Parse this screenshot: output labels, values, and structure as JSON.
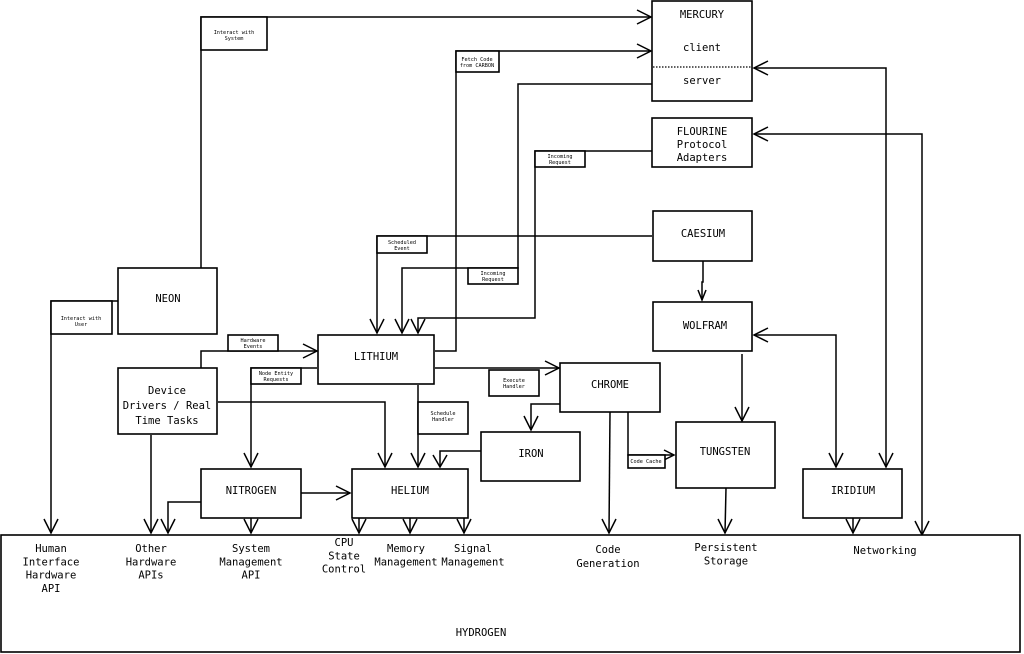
{
  "nodes": {
    "mercury_title": "MERCURY",
    "mercury_client": "client",
    "mercury_server": "server",
    "flourine": [
      "FLOURINE",
      "Protocol",
      "Adapters"
    ],
    "caesium": "CAESIUM",
    "wolfram": "WOLFRAM",
    "neon": "NEON",
    "device_drivers": [
      "Device",
      "Drivers / Real",
      "Time Tasks"
    ],
    "lithium": "LITHIUM",
    "chrome": "CHROME",
    "iron": "IRON",
    "tungsten": "TUNGSTEN",
    "iridium": "IRIDIUM",
    "nitrogen": "NITROGEN",
    "helium": "HELIUM",
    "hydrogen": "HYDROGEN"
  },
  "edge_labels": {
    "interact_system": [
      "Interact with",
      "System"
    ],
    "fetch_code": [
      "Fetch Code",
      "from CARBON"
    ],
    "incoming_request_1": [
      "Incoming",
      "Request"
    ],
    "scheduled_event": [
      "Scheduled",
      "Event"
    ],
    "incoming_request_2": [
      "Incoming",
      "Request"
    ],
    "interact_user": [
      "Interact with",
      "User"
    ],
    "hardware_events": [
      "Hardware",
      "Events"
    ],
    "node_entity": [
      "Node Entity",
      "Requests"
    ],
    "execute_handler": [
      "Execute",
      "Handler"
    ],
    "schedule_handler": [
      "Schedule",
      "Handler"
    ],
    "code_cache": [
      "Code Cache"
    ]
  },
  "apis": {
    "human_interface": [
      "Human",
      "Interface",
      "Hardware",
      "API"
    ],
    "other_hardware": [
      "Other",
      "Hardware",
      "APIs"
    ],
    "system_management": [
      "System",
      "Management",
      "API"
    ],
    "cpu_state": [
      "CPU",
      "State",
      "Control"
    ],
    "memory_management": [
      "Memory",
      "Management"
    ],
    "signal_management": [
      "Signal",
      "Management"
    ],
    "code_generation": [
      "Code",
      "Generation"
    ],
    "persistent_storage": [
      "Persistent",
      "Storage"
    ],
    "networking": [
      "Networking"
    ]
  }
}
